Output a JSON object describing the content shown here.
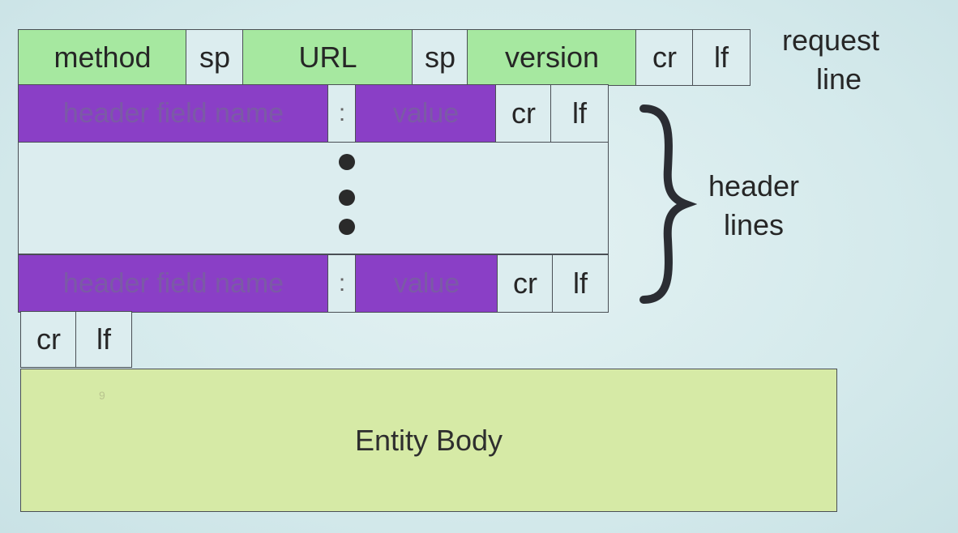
{
  "request_line": {
    "fields": [
      "method",
      "sp",
      "URL",
      "sp",
      "version",
      "cr",
      "lf"
    ],
    "label_line1": "request",
    "label_line2": "line"
  },
  "header_line_first": {
    "name": "header field name",
    "colon": ":",
    "value": "value",
    "cr": "cr",
    "lf": "lf"
  },
  "header_line_last": {
    "name": "header field name",
    "colon": ":",
    "value": "value",
    "cr": "cr",
    "lf": "lf"
  },
  "header_lines_label": {
    "line1": "header",
    "line2": "lines"
  },
  "blank_line": {
    "cr": "cr",
    "lf": "lf"
  },
  "entity_body": {
    "label": "Entity Body",
    "mark": "9"
  },
  "colors": {
    "green": "#a6e8a0",
    "purple": "#8a3fc6",
    "entity": "#d6eaa6",
    "background": "#d5eaec"
  }
}
